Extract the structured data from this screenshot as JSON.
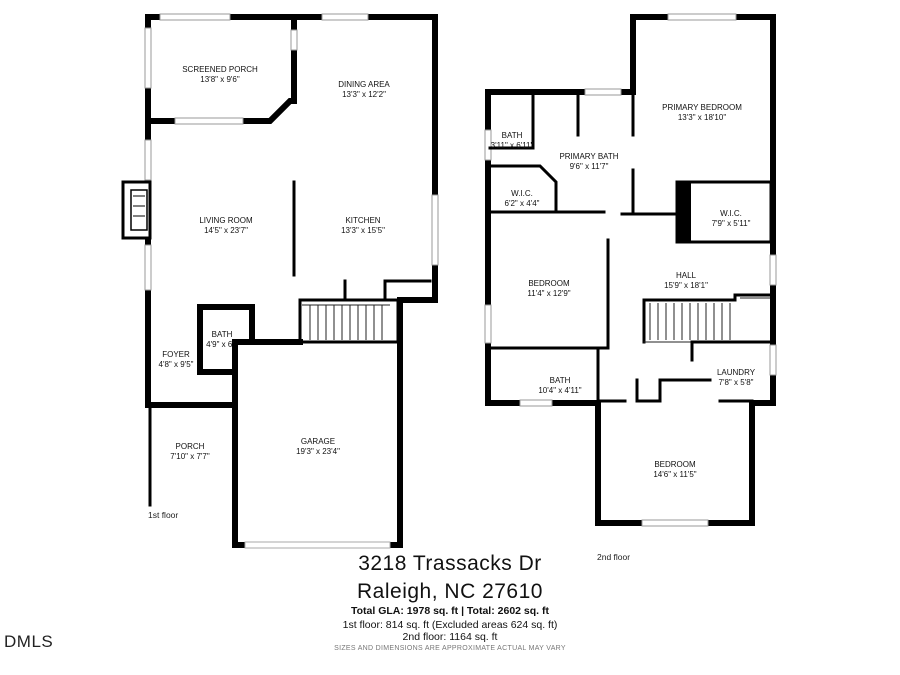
{
  "floors": {
    "first": {
      "label": "1st floor",
      "rooms": {
        "screened_porch": {
          "name": "SCREENED PORCH",
          "dim": "13'8\" x 9'6\""
        },
        "dining_area": {
          "name": "DINING AREA",
          "dim": "13'3\" x 12'2\""
        },
        "living_room": {
          "name": "LIVING ROOM",
          "dim": "14'5\" x 23'7\""
        },
        "kitchen": {
          "name": "KITCHEN",
          "dim": "13'3\" x 15'5\""
        },
        "bath": {
          "name": "BATH",
          "dim": "4'9\" x 6'"
        },
        "foyer": {
          "name": "FOYER",
          "dim": "4'8\" x 9'5\""
        },
        "porch": {
          "name": "PORCH",
          "dim": "7'10\" x 7'7\""
        },
        "garage": {
          "name": "GARAGE",
          "dim": "19'3\" x 23'4\""
        }
      }
    },
    "second": {
      "label": "2nd floor",
      "rooms": {
        "bath_small": {
          "name": "BATH",
          "dim": "3'11\" x 6'11\""
        },
        "primary_bath": {
          "name": "PRIMARY BATH",
          "dim": "9'6\" x 11'7\""
        },
        "primary_bedroom": {
          "name": "PRIMARY BEDROOM",
          "dim": "13'3\" x 18'10\""
        },
        "wic_left": {
          "name": "W.I.C.",
          "dim": "6'2\" x 4'4\""
        },
        "wic_right": {
          "name": "W.I.C.",
          "dim": "7'9\" x 5'11\""
        },
        "bedroom_left": {
          "name": "BEDROOM",
          "dim": "11'4\" x 12'9\""
        },
        "hall": {
          "name": "HALL",
          "dim": "15'9\" x 18'1\""
        },
        "bath_lower": {
          "name": "BATH",
          "dim": "10'4\" x 4'11\""
        },
        "laundry": {
          "name": "LAUNDRY",
          "dim": "7'8\" x 5'8\""
        },
        "bedroom_bottom": {
          "name": "BEDROOM",
          "dim": "14'6\" x 11'5\""
        }
      }
    }
  },
  "footer": {
    "address_line1": "3218 Trassacks Dr",
    "address_line2": "Raleigh, NC  27610",
    "gla": "Total GLA: 1978 sq. ft | Total: 2602 sq. ft",
    "first_floor": "1st floor: 814 sq. ft (Excluded areas 624 sq. ft)",
    "second_floor": "2nd floor: 1164 sq. ft",
    "disclaimer": "SIZES AND DIMENSIONS ARE APPROXIMATE ACTUAL MAY VARY"
  },
  "watermark": "DMLS"
}
